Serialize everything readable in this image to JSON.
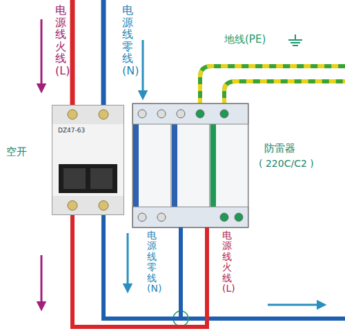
{
  "diagram": {
    "nodes": [
      {
        "text": [
          "空开",
          "DZ47-63"
        ]
      },
      {
        "text": [
          "防雷器",
          "( 220C/C2 )"
        ]
      }
    ],
    "edges": [
      {
        "from": 0,
        "to": 1,
        "arrow": "none"
      },
      {
        "from": 0,
        "to": 1,
        "arrow": "none"
      }
    ],
    "labels": [
      "电源线火线(L)",
      "电源线零线(N)",
      "地线(PE)",
      "电源线零线(N)",
      "电源线火线(L)"
    ]
  }
}
